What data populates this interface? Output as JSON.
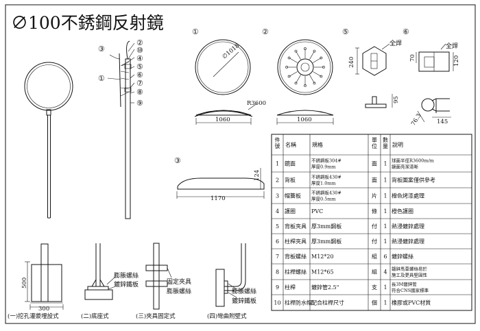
{
  "title": "∅100不銹鋼反射鏡",
  "views": {
    "front_markers": [
      "③",
      "②",
      "⑩",
      "④",
      "⑤",
      "①",
      "⑥",
      "⑦",
      "⑧",
      "⑨"
    ],
    "side_markers": [
      "①",
      "②",
      "⑤",
      "⑥"
    ],
    "view3_marker": "③"
  },
  "dims": {
    "r1018": "∅1018",
    "r3600": "R3600",
    "w1060a": "1060",
    "w1060b": "1060",
    "d240": "240",
    "d95": "95",
    "weld_a": "全焊",
    "d70": "70",
    "d120": "120",
    "weld_b": "全焊",
    "d763": "76.3",
    "d145": "145",
    "d124": "124",
    "d1170": "1170"
  },
  "table": {
    "headers": [
      "件號",
      "名稱",
      "規格",
      "單位",
      "數量",
      "說明"
    ],
    "rows": [
      [
        "1",
        "鏡面",
        "不銹鋼板304#|厚度0.9mm",
        "面",
        "1",
        "球面半徑R3600m/m|鏡面亮潔清晰"
      ],
      [
        "2",
        "背板",
        "不銹鋼板430#|厚度1.0mm",
        "面",
        "1",
        "背板圖案僅供參考"
      ],
      [
        "3",
        "帽簷板",
        "不銹鋼板430#|厚度0.5mm",
        "片",
        "1",
        "橙色烤漆處理"
      ],
      [
        "4",
        "護圈",
        "PVC",
        "條",
        "1",
        "橙色護圈"
      ],
      [
        "5",
        "背板夾具",
        "厚3mm鋼板",
        "付",
        "1",
        "熱浸鍍鋅處理"
      ],
      [
        "6",
        "柱桿夾具",
        "厚3mm鋼板",
        "付",
        "1",
        "熱浸鍍鋅處理"
      ],
      [
        "7",
        "背板螺絲",
        "M12*20",
        "組",
        "6",
        "鍍鋅螺絲"
      ],
      [
        "8",
        "柱桿螺絲",
        "M12*65",
        "組",
        "4",
        "鍍鋅馬車螺絲易於|施工及更具堅固性"
      ],
      [
        "9",
        "柱桿",
        "鍍鋅管2.5\"",
        "支",
        "1",
        "長3M鍍鋅管|符合CNS國家標準"
      ],
      [
        "10",
        "柱桿防水帽",
        "配合柱桿尺寸",
        "個",
        "1",
        "橡膠或PVC材質"
      ]
    ]
  },
  "details": {
    "d500": "500",
    "d300": "300",
    "cap1": "(一)挖孔灌漿埋設式",
    "cap2": "(二)底座式",
    "cap3": "(三)夾具固定式",
    "cap4": "(四)彎曲附壁式",
    "lbl_anchor1": "膨脹螺絲",
    "lbl_plate1": "鍍鋅鐵板",
    "lbl_clamp": "固定夾具",
    "lbl_anchor2": "膨脹螺絲",
    "lbl_anchor3": "膨脹螺絲",
    "lbl_plate3": "鍍鋅鐵板"
  }
}
